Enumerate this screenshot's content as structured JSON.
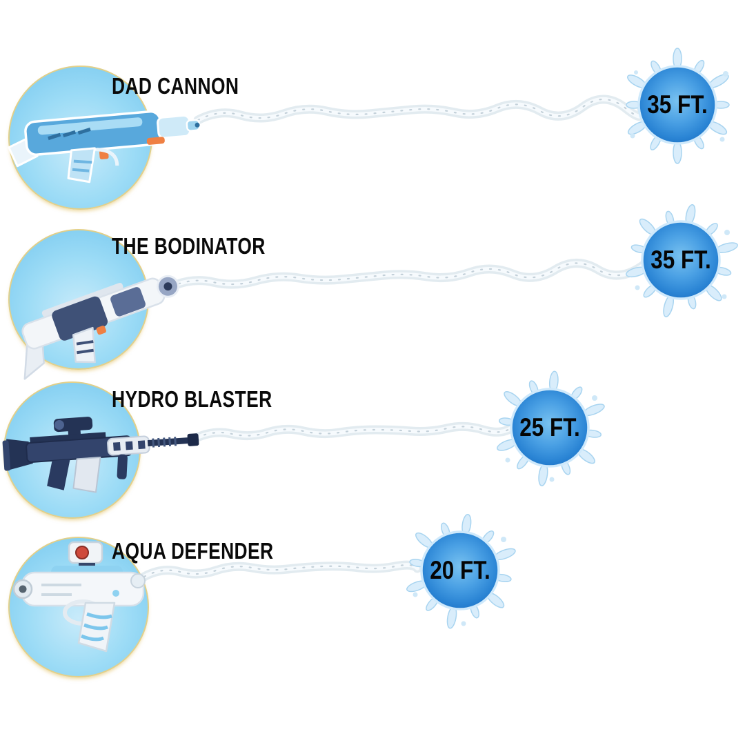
{
  "chart_data": {
    "type": "bar",
    "orientation": "horizontal",
    "title": "",
    "categories": [
      "DAD CANNON",
      "THE BODINATOR",
      "HYDRO BLASTER",
      "AQUA DEFENDER"
    ],
    "values": [
      35,
      35,
      25,
      20
    ],
    "unit": "FT.",
    "value_labels": [
      "35 FT.",
      "35 FT.",
      "25 FT.",
      "20 FT."
    ],
    "xlim": [
      0,
      40
    ],
    "legend": "none",
    "grid": "off"
  },
  "rows": [
    {
      "name": "DAD CANNON",
      "range_label": "35 FT.",
      "range_ft": 35
    },
    {
      "name": "THE BODINATOR",
      "range_label": "35 FT.",
      "range_ft": 35
    },
    {
      "name": "HYDRO BLASTER",
      "range_label": "25 FT.",
      "range_ft": 25
    },
    {
      "name": "AQUA DEFENDER",
      "range_label": "20 FT.",
      "range_ft": 20
    }
  ],
  "icons": {
    "splash_badge": "water-splash-circle",
    "water_stream": "wavy-water-jet",
    "product_circle": "blue-circle-product-photo"
  },
  "colors": {
    "background": "#ffffff",
    "circle_fill": "#8ed2f1",
    "circle_ring": "#f1cf77",
    "badge_fill": "#2f8fdc",
    "text": "#0a0a0a",
    "stream": "#e2ecf1"
  }
}
